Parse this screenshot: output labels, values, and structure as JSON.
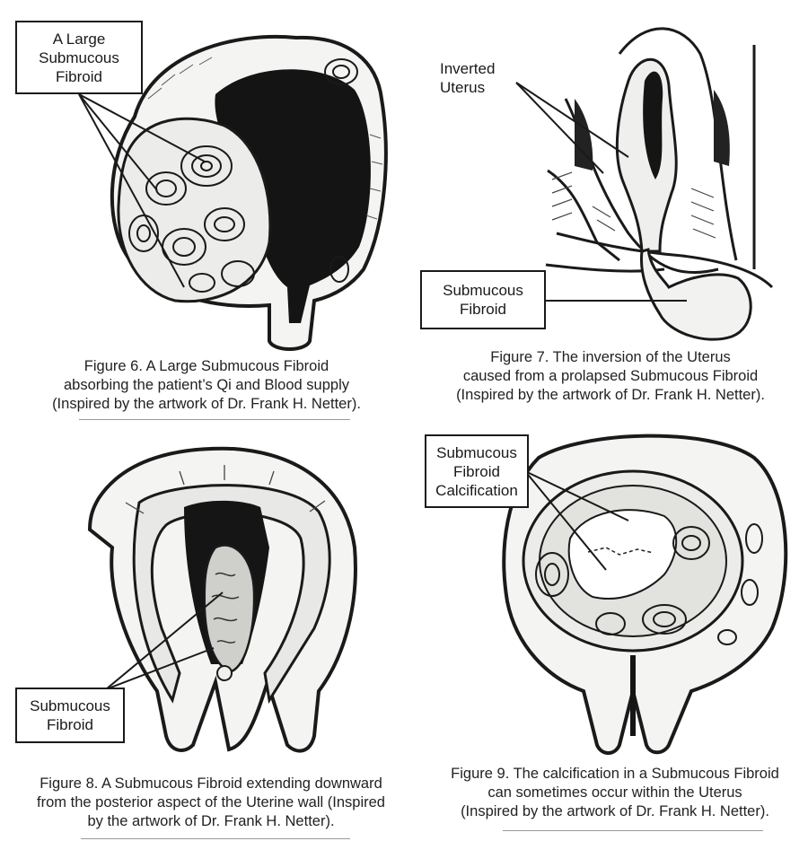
{
  "figures": [
    {
      "id": "fig6",
      "label_lines": [
        "A Large",
        "Submucous",
        "Fibroid"
      ],
      "caption_lines": [
        "Figure 6. A Large Submucous Fibroid",
        "absorbing the patient’s Qi and Blood supply",
        "(Inspired by the artwork of Dr. Frank H. Netter)."
      ]
    },
    {
      "id": "fig7",
      "labels": [
        {
          "lines": [
            "Inverted",
            "Uterus"
          ]
        },
        {
          "lines": [
            "Submucous",
            "Fibroid"
          ]
        }
      ],
      "caption_lines": [
        "Figure 7. The inversion of the Uterus",
        "caused from a prolapsed Submucous Fibroid",
        "(Inspired by the artwork of Dr. Frank H. Netter)."
      ]
    },
    {
      "id": "fig8",
      "label_lines": [
        "Submucous",
        "Fibroid"
      ],
      "caption_lines": [
        "Figure 8. A Submucous Fibroid extending downward",
        "from the posterior aspect of the Uterine wall (Inspired",
        "by the artwork of Dr. Frank H. Netter)."
      ]
    },
    {
      "id": "fig9",
      "label_lines": [
        "Submucous",
        "Fibroid",
        "Calcification"
      ],
      "caption_lines": [
        "Figure 9. The calcification in a Submucous Fibroid",
        "can sometimes occur within the Uterus",
        "(Inspired by the artwork of Dr. Frank H. Netter)."
      ]
    }
  ]
}
